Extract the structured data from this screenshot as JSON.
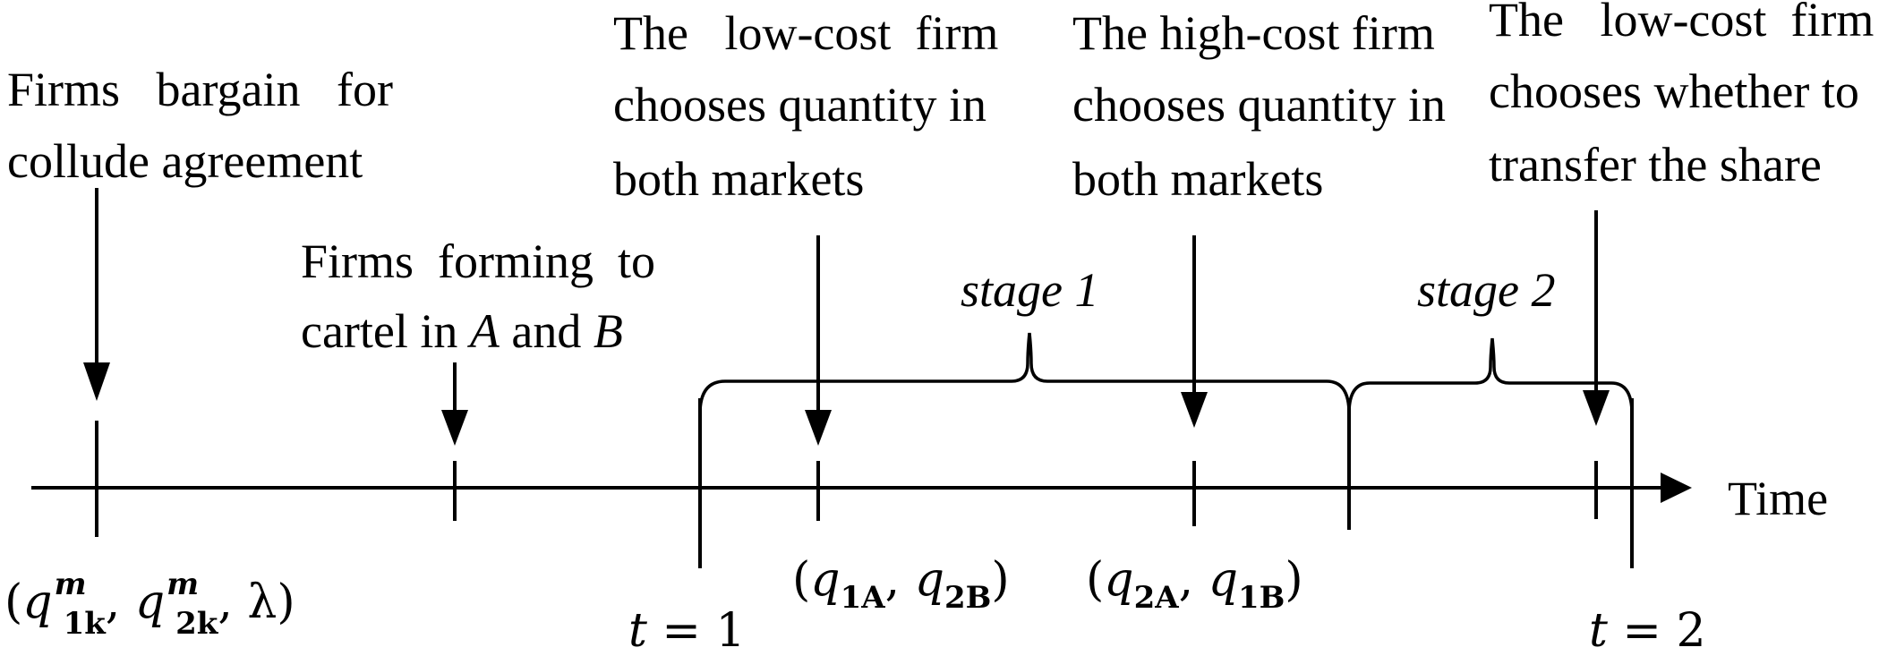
{
  "events": {
    "bargain": {
      "line1": "Firms   bargain   for",
      "line2": "collude agreement"
    },
    "forming": {
      "line1": "Firms  forming  to",
      "line2_prefix": "cartel in ",
      "var_a": "A",
      "line2_and": " and ",
      "var_b": "B"
    },
    "low_cost_choose": {
      "line1": "The   low-cost  firm",
      "line2": "chooses quantity in",
      "line3": "both markets"
    },
    "high_cost_choose": {
      "line1": "The high-cost firm",
      "line2": "chooses quantity in",
      "line3": "both markets"
    },
    "low_cost_transfer": {
      "line1": "The   low-cost  firm",
      "line2": "chooses whether to",
      "line3": "transfer the share"
    }
  },
  "stages": {
    "stage1": "stage 1",
    "stage2": "stage 2"
  },
  "axis": {
    "label": "Time"
  },
  "time_labels": {
    "t1": {
      "var": "t",
      "eq": " = 1"
    },
    "t2": {
      "var": "t",
      "eq": " = 2"
    }
  },
  "math": {
    "bargain_tuple": {
      "open": "(",
      "q": "q",
      "sub1": "1k",
      "sup": "m",
      "comma": ", ",
      "sub2": "2k",
      "lambda": ", λ)"
    },
    "stage1_tuple": {
      "open": "(",
      "q": "q",
      "sub1": "1A",
      "comma": ", ",
      "sub2": "2B",
      "close": ")"
    },
    "stage2_tuple": {
      "open": "(",
      "q": "q",
      "sub1": "2A",
      "comma": ", ",
      "sub2": "1B",
      "close": ")"
    }
  }
}
